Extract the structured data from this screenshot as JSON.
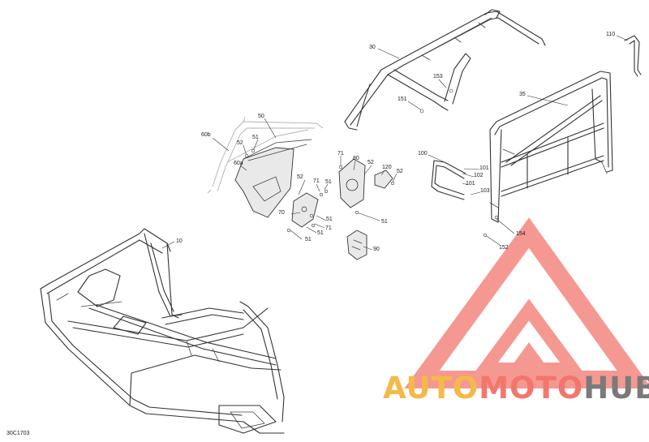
{
  "diagram": {
    "drawing_code": "30C1703",
    "callouts": [
      {
        "id": "c-30",
        "text": "30"
      },
      {
        "id": "c-110",
        "text": "110"
      },
      {
        "id": "c-153",
        "text": "153"
      },
      {
        "id": "c-151",
        "text": "151"
      },
      {
        "id": "c-35",
        "text": "35"
      },
      {
        "id": "c-50",
        "text": "50"
      },
      {
        "id": "c-60b",
        "text": "60b"
      },
      {
        "id": "c-51a",
        "text": "51"
      },
      {
        "id": "c-52a",
        "text": "52"
      },
      {
        "id": "c-60a",
        "text": "60a"
      },
      {
        "id": "c-71a",
        "text": "71"
      },
      {
        "id": "c-80",
        "text": "80"
      },
      {
        "id": "c-52b",
        "text": "52"
      },
      {
        "id": "c-120",
        "text": "120"
      },
      {
        "id": "c-52c",
        "text": "52"
      },
      {
        "id": "c-100",
        "text": "100"
      },
      {
        "id": "c-101a",
        "text": "101"
      },
      {
        "id": "c-102",
        "text": "102"
      },
      {
        "id": "c-101b",
        "text": "101"
      },
      {
        "id": "c-103",
        "text": "103"
      },
      {
        "id": "c-52d",
        "text": "52"
      },
      {
        "id": "c-71b",
        "text": "71"
      },
      {
        "id": "c-51b",
        "text": "51"
      },
      {
        "id": "c-70",
        "text": "70"
      },
      {
        "id": "c-51c",
        "text": "51"
      },
      {
        "id": "c-71c",
        "text": "71"
      },
      {
        "id": "c-51d",
        "text": "51"
      },
      {
        "id": "c-51e",
        "text": "51"
      },
      {
        "id": "c-51f",
        "text": "51"
      },
      {
        "id": "c-154",
        "text": "154"
      },
      {
        "id": "c-152",
        "text": "152"
      },
      {
        "id": "c-10",
        "text": "10"
      },
      {
        "id": "c-90",
        "text": "90"
      }
    ]
  },
  "watermark": {
    "part1": "AUTO",
    "part2": "MOTO",
    "part3": "HUB",
    "colors": {
      "yellow": "#f5b947",
      "red": "#f2766d",
      "gray": "#7a7a7a"
    }
  }
}
